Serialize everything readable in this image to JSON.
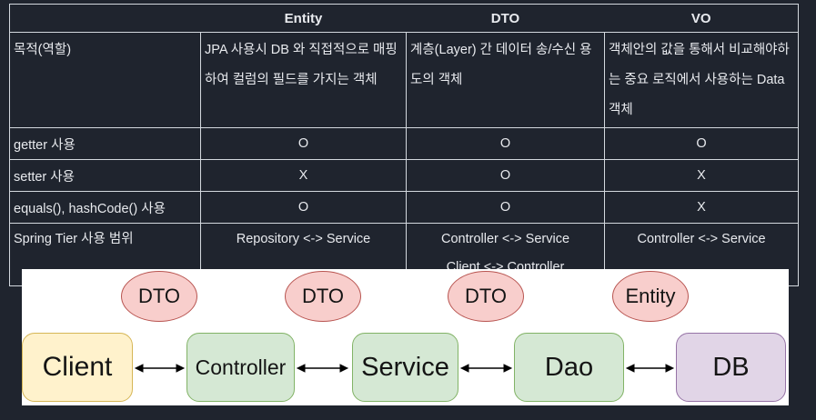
{
  "table": {
    "column_headers": [
      "Entity",
      "DTO",
      "VO"
    ],
    "rows": [
      {
        "label": "목적(역할)",
        "entity": "JPA 사용시 DB 와 직접적으로 매핑하여 컬럼의 필드를 가지는 객체",
        "dto": "계층(Layer) 간 데이터 송/수신 용도의 객체",
        "vo": "객체안의 값을 통해서 비교해야하는 중요 로직에서 사용하는 Data 객체"
      },
      {
        "label": "getter 사용",
        "entity": "O",
        "dto": "O",
        "vo": "O"
      },
      {
        "label": "setter 사용",
        "entity": "X",
        "dto": "O",
        "vo": "X"
      },
      {
        "label": "equals(), hashCode() 사용",
        "entity": "O",
        "dto": "O",
        "vo": "X"
      },
      {
        "label": "Spring Tier 사용 범위",
        "entity": "Repository <-> Service",
        "dto": "Controller <-> Service\nClient <-> Controller",
        "vo": "Controller <-> Service"
      }
    ]
  },
  "diagram": {
    "nodes": [
      {
        "label": "Client"
      },
      {
        "label": "Controller"
      },
      {
        "label": "Service"
      },
      {
        "label": "Dao"
      },
      {
        "label": "DB"
      }
    ],
    "badges": [
      {
        "label": "DTO"
      },
      {
        "label": "DTO"
      },
      {
        "label": "DTO"
      },
      {
        "label": "Entity"
      }
    ]
  },
  "colors": {
    "background": "#1f242e",
    "table_border": "#d3d8de",
    "table_text": "#e8eaee",
    "diagram_background": "#ffffff",
    "client_fill": "#fff2cc",
    "client_border": "#d6b656",
    "layer_fill": "#d5e8d4",
    "layer_border": "#82b366",
    "db_fill": "#e1d5e7",
    "db_border": "#9673a6",
    "badge_fill": "#f8cecc",
    "badge_border": "#b85450",
    "arrow": "#000000"
  }
}
